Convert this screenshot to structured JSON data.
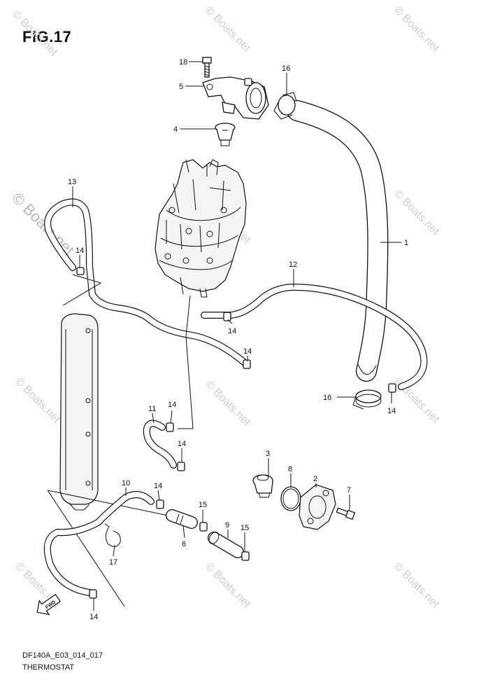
{
  "figure": {
    "title": "FIG.17",
    "code": "DF140A_E03_014_017",
    "caption": "THERMOSTAT"
  },
  "watermark": {
    "text": "© Boats.net"
  },
  "callouts": [
    {
      "id": "c18",
      "text": "18"
    },
    {
      "id": "c5",
      "text": "5"
    },
    {
      "id": "c4",
      "text": "4"
    },
    {
      "id": "c16a",
      "text": "16"
    },
    {
      "id": "c13",
      "text": "13"
    },
    {
      "id": "c14a",
      "text": "14"
    },
    {
      "id": "c12",
      "text": "12"
    },
    {
      "id": "c1",
      "text": "1"
    },
    {
      "id": "c14b",
      "text": "14"
    },
    {
      "id": "c14c",
      "text": "14"
    },
    {
      "id": "c16b",
      "text": "16"
    },
    {
      "id": "c14d",
      "text": "14"
    },
    {
      "id": "c11",
      "text": "11"
    },
    {
      "id": "c14e",
      "text": "14"
    },
    {
      "id": "c14f",
      "text": "14"
    },
    {
      "id": "c3",
      "text": "3"
    },
    {
      "id": "c8",
      "text": "8"
    },
    {
      "id": "c2",
      "text": "2"
    },
    {
      "id": "c10",
      "text": "10"
    },
    {
      "id": "c14g",
      "text": "14"
    },
    {
      "id": "c7",
      "text": "7"
    },
    {
      "id": "c15a",
      "text": "15"
    },
    {
      "id": "c9",
      "text": "9"
    },
    {
      "id": "c15b",
      "text": "15"
    },
    {
      "id": "c6",
      "text": "6"
    },
    {
      "id": "c17",
      "text": "17"
    },
    {
      "id": "c14h",
      "text": "14"
    }
  ],
  "fwd_label": "FWD"
}
